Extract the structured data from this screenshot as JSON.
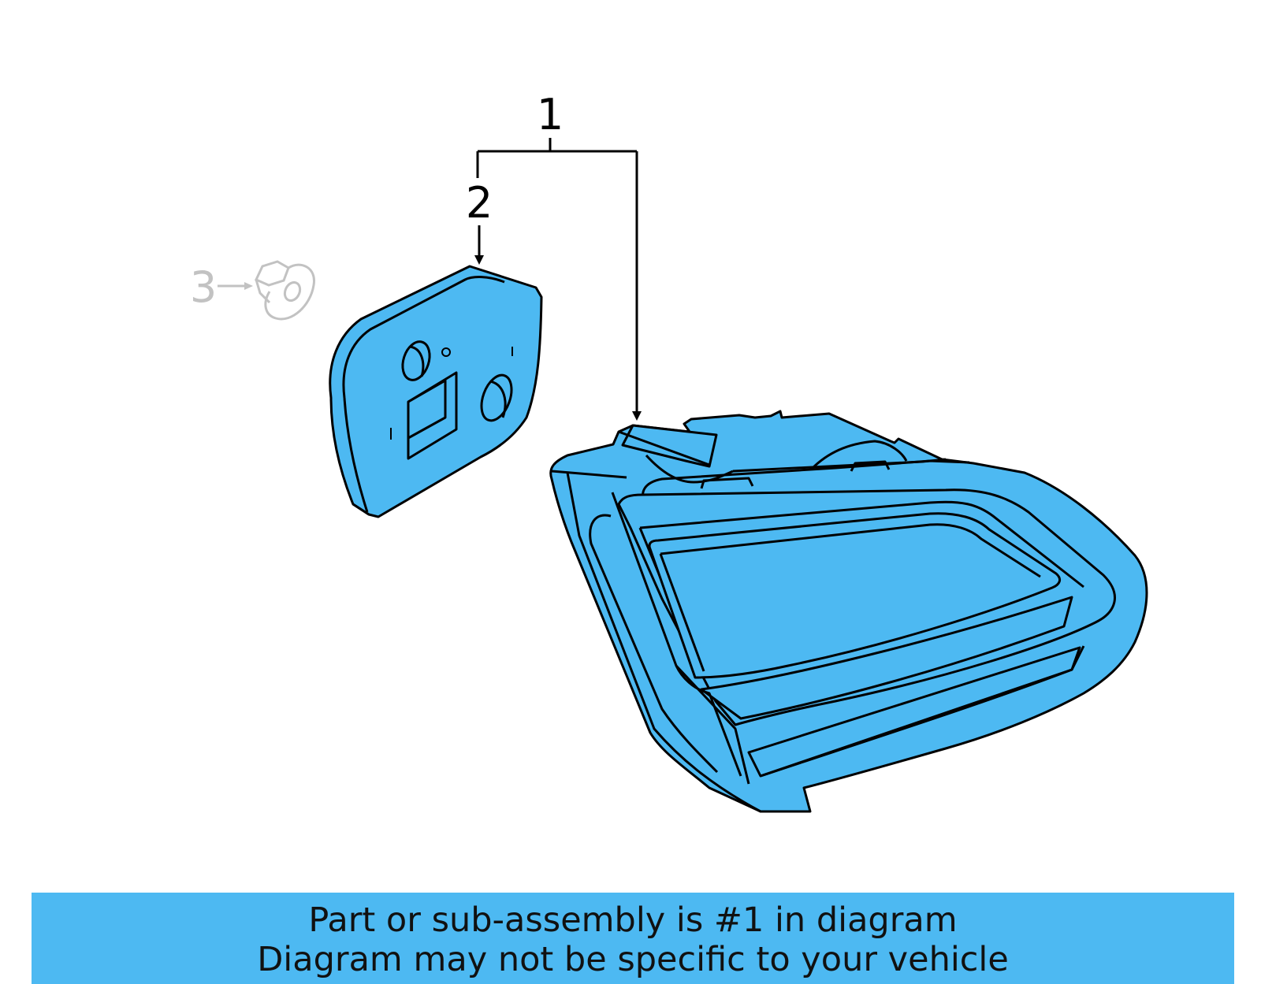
{
  "colors": {
    "part_fill": "#4db9f2",
    "outline": "#000000",
    "faded": "#c2c2c2",
    "banner": "#4db9f2"
  },
  "callouts": {
    "tail_lamp_assembly": "1",
    "lamp_socket_cover": "2",
    "retaining_nut": "3"
  },
  "footer": {
    "line1": "Part or sub-assembly is #1 in diagram",
    "line2": "Diagram may not be specific to your vehicle"
  }
}
